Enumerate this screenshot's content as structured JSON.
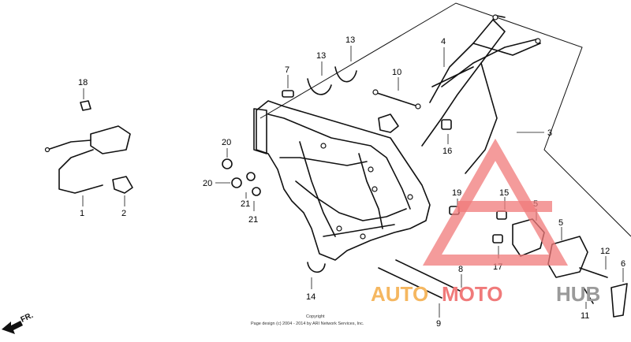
{
  "callouts": [
    {
      "id": "c1",
      "text": "1"
    },
    {
      "id": "c2",
      "text": "2"
    },
    {
      "id": "c3",
      "text": "3"
    },
    {
      "id": "c4",
      "text": "4"
    },
    {
      "id": "c5a",
      "text": "5"
    },
    {
      "id": "c5b",
      "text": "5"
    },
    {
      "id": "c6",
      "text": "6"
    },
    {
      "id": "c7",
      "text": "7"
    },
    {
      "id": "c8",
      "text": "8"
    },
    {
      "id": "c9",
      "text": "9"
    },
    {
      "id": "c10",
      "text": "10"
    },
    {
      "id": "c11",
      "text": "11"
    },
    {
      "id": "c12",
      "text": "12"
    },
    {
      "id": "c13a",
      "text": "13"
    },
    {
      "id": "c13b",
      "text": "13"
    },
    {
      "id": "c14",
      "text": "14"
    },
    {
      "id": "c15",
      "text": "15"
    },
    {
      "id": "c16",
      "text": "16"
    },
    {
      "id": "c17",
      "text": "17"
    },
    {
      "id": "c18",
      "text": "18"
    },
    {
      "id": "c19",
      "text": "19"
    },
    {
      "id": "c20a",
      "text": "20"
    },
    {
      "id": "c20b",
      "text": "20"
    },
    {
      "id": "c21a",
      "text": "21"
    },
    {
      "id": "c21b",
      "text": "21"
    }
  ],
  "copyright": {
    "heading": "Copyright",
    "line": "Page design (c) 2004 - 2014 by ARI Network Services, Inc."
  },
  "direction_marker": "FR.",
  "watermark": {
    "part1": "AUTO",
    "part2": "MOTO",
    "part3": "HUB",
    "color_red": "#f07a7a",
    "color_orange": "#f5b760",
    "color_gray": "#9a9a9a"
  }
}
